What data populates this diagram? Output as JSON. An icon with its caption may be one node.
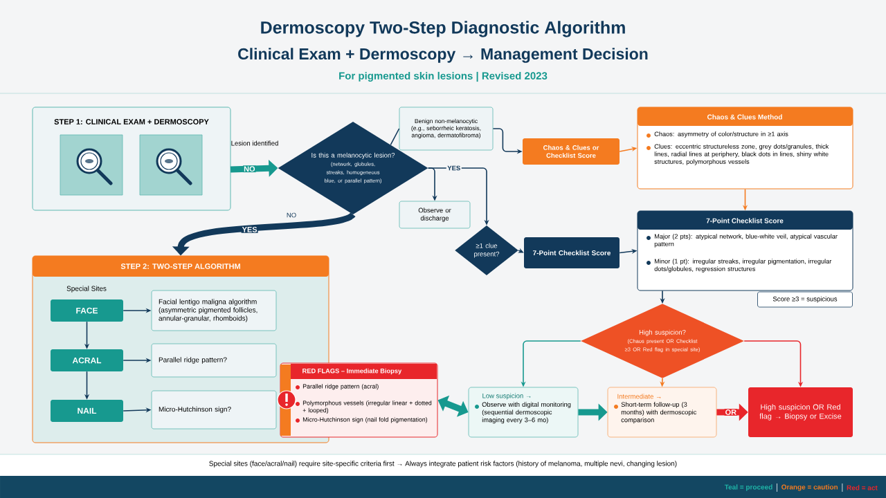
{
  "diagram": {
    "title": "Dermoscopy Two-Step Diagnostic Algorithm",
    "nodes": [
      {
        "text": [
          "STEP 1: CLINICAL EXAM + DERMOSCOPY"
        ]
      },
      {
        "text": [
          "Is this a melanocytic lesion?",
          "(network, globules, streaks, homogeneous blue, or parallel pattern)"
        ]
      },
      {
        "text": [
          "Benign non-melanocytic (e.g., seborrheic keratosis, angioma, dermatofibroma)"
        ]
      },
      {
        "text": [
          "Chaos & Clues or Checklist Score"
        ]
      },
      {
        "text": [
          "Chaos & Clues Method",
          "Chaos: asymmetry of color/structure in ≥1 axis",
          "Clues: eccentric structureless zone, grey dots/granules, thick lines, radial lines at periphery, black dots in lines, shiny white structures, polymorphous vessels"
        ]
      },
      {
        "text": [
          "Observe or discharge"
        ]
      },
      {
        "text": [
          "≥1 clue present?"
        ]
      },
      {
        "text": [
          "7-Point Checklist Score"
        ]
      },
      {
        "text": [
          "7-Point Checklist Score",
          "Major (2 pts): atypical network, blue-white veil, atypical vascular pattern",
          "Minor (1 pt): irregular streaks, irregular pigmentation, irregular dots/globules, regression structures"
        ],
        "beside": [
          "Score ≥3 = suspicious"
        ]
      },
      {
        "text": [
          "STEP 2: TWO-STEP ALGORITHM",
          "Special Sites"
        ]
      },
      {
        "text": [
          "FACE"
        ],
        "in": 9
      },
      {
        "text": [
          "Facial lentigo maligna algorithm (asymmetric pigmented follicles, annular-granular, rhomboids)"
        ],
        "in": 9
      },
      {
        "text": [
          "ACRAL"
        ],
        "in": 9
      },
      {
        "text": [
          "Parallel ridge pattern?"
        ],
        "in": 9
      },
      {
        "text": [
          "NAIL"
        ],
        "in": 9
      },
      {
        "text": [
          "Micro-Hutchinson sign?"
        ],
        "in": 9
      },
      {
        "text": [
          "RED FLAGS – Immediate Biopsy",
          "Parallel ridge pattern (acral)",
          "Polymorphous vessels (irregular linear + dotted + looped)",
          "Micro-Hutchinson sign (nail fold pigmentation)"
        ]
      },
      {
        "text": [
          "High suspicion?",
          "(Chaos present OR Checklist ≥3 OR Red flag in special site)"
        ]
      },
      {
        "text": [
          "Low suspicion →",
          "Observe with digital monitoring (sequential dermoscopic imaging every 3–6 mo)"
        ]
      },
      {
        "text": [
          "Intermediate →",
          "Short-term follow-up (3 months) with dermoscopic comparison"
        ]
      },
      {
        "text": [
          "High suspicion OR Red flag → Biopsy or Excise"
        ]
      }
    ],
    "edges": [
      {
        "from": 0,
        "to": 1,
        "arrow": "to",
        "label": "NO",
        "style": "thick",
        "color": "#17998f"
      },
      {
        "from": 1,
        "to": 2,
        "arrow": "none"
      },
      {
        "from": 2,
        "to": 3,
        "arrow": "to"
      },
      {
        "from": 3,
        "to": 4,
        "arrow": "to",
        "color": "#f47b20"
      },
      {
        "from": 1,
        "to": 6,
        "arrow": "to",
        "label": "YES"
      },
      {
        "from": 1,
        "to": 5,
        "arrow": "to"
      },
      {
        "from": 1,
        "to": 9,
        "arrow": "to",
        "label": "YES",
        "style": "thick"
      },
      {
        "from": 4,
        "to": 8,
        "arrow": "to",
        "color": "#f47b20"
      },
      {
        "from": 6,
        "to": 7,
        "arrow": "to"
      },
      {
        "from": 7,
        "to": 8,
        "arrow": "to"
      },
      {
        "from": 10,
        "to": 11,
        "arrow": "to"
      },
      {
        "from": 10,
        "to": 12,
        "arrow": "to"
      },
      {
        "from": 12,
        "to": 13,
        "arrow": "to"
      },
      {
        "from": 12,
        "to": 14,
        "arrow": "to"
      },
      {
        "from": 14,
        "to": 15,
        "arrow": "to"
      },
      {
        "from": 8,
        "to": 17,
        "arrow": "to"
      },
      {
        "from": 17,
        "to": 18,
        "arrow": "to",
        "color": "#17998f"
      },
      {
        "from": 17,
        "to": 19,
        "arrow": "to",
        "color": "#f47b20"
      },
      {
        "from": 17,
        "to": 20,
        "arrow": "to",
        "color": "#e8262b"
      },
      {
        "from": 16,
        "to": 18,
        "arrow": "both",
        "style": "thick",
        "color": "#17998f"
      },
      {
        "from": 18,
        "to": 19,
        "arrow": "to",
        "style": "thick",
        "color": "#17998f"
      },
      {
        "from": 19,
        "to": 20,
        "arrow": "to",
        "label": "OR",
        "style": "thick",
        "color": "#e8262b"
      }
    ],
    "labels": [
      "Clinical Exam + Dermoscopy → Management Decision",
      "For pigmented skin lesions | Revised 2023",
      "Lesion identified",
      "NO",
      "Special sites (face/acral/nail) require site-specific criteria first → Always integrate patient risk factors (history of melanoma, multiple nevi, changing lesion)"
    ],
    "legend": [
      {
        "text": "Teal = proceed",
        "color": "#1fb5a8"
      },
      {
        "text": "Orange = caution",
        "color": "#f47b20"
      },
      {
        "text": "Red = act",
        "color": "#e8262b"
      }
    ]
  }
}
